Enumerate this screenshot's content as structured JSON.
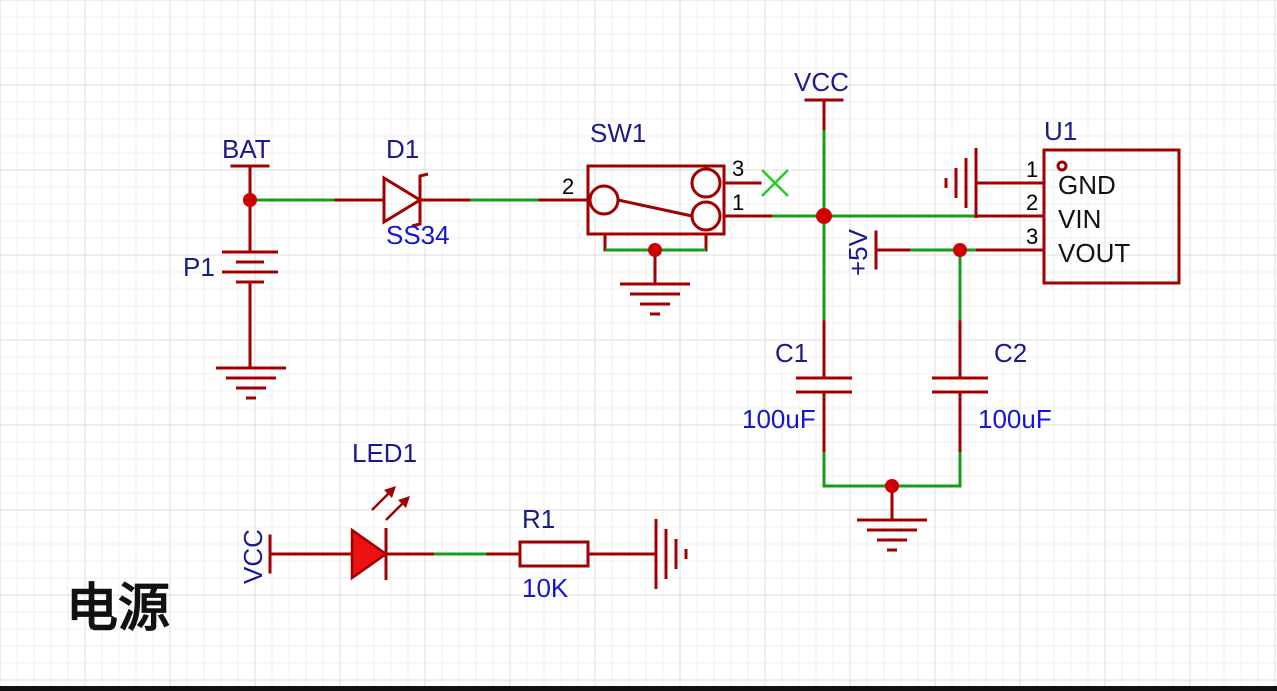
{
  "title": "电源",
  "components": {
    "bat": {
      "label": "BAT",
      "ref": "P1"
    },
    "d1": {
      "ref": "D1",
      "value": "SS34"
    },
    "sw1": {
      "ref": "SW1",
      "pins": [
        "2",
        "3",
        "1"
      ]
    },
    "u1": {
      "ref": "U1",
      "pins": [
        {
          "num": "1",
          "name": "GND"
        },
        {
          "num": "2",
          "name": "VIN"
        },
        {
          "num": "3",
          "name": "VOUT"
        }
      ]
    },
    "c1": {
      "ref": "C1",
      "value": "100uF"
    },
    "c2": {
      "ref": "C2",
      "value": "100uF"
    },
    "led1": {
      "ref": "LED1"
    },
    "r1": {
      "ref": "R1",
      "value": "10K"
    }
  },
  "nets": {
    "vcc_top": "VCC",
    "vcc_left": "VCC",
    "plus5v": "+5V"
  },
  "colors": {
    "wire": "#1a9a1a",
    "symbol": "#a00000",
    "junction": "#cc0000",
    "label": "#1a1a8c",
    "value": "#1515d0",
    "no_connect": "#22cc22",
    "led_fill": "#ee1111"
  }
}
